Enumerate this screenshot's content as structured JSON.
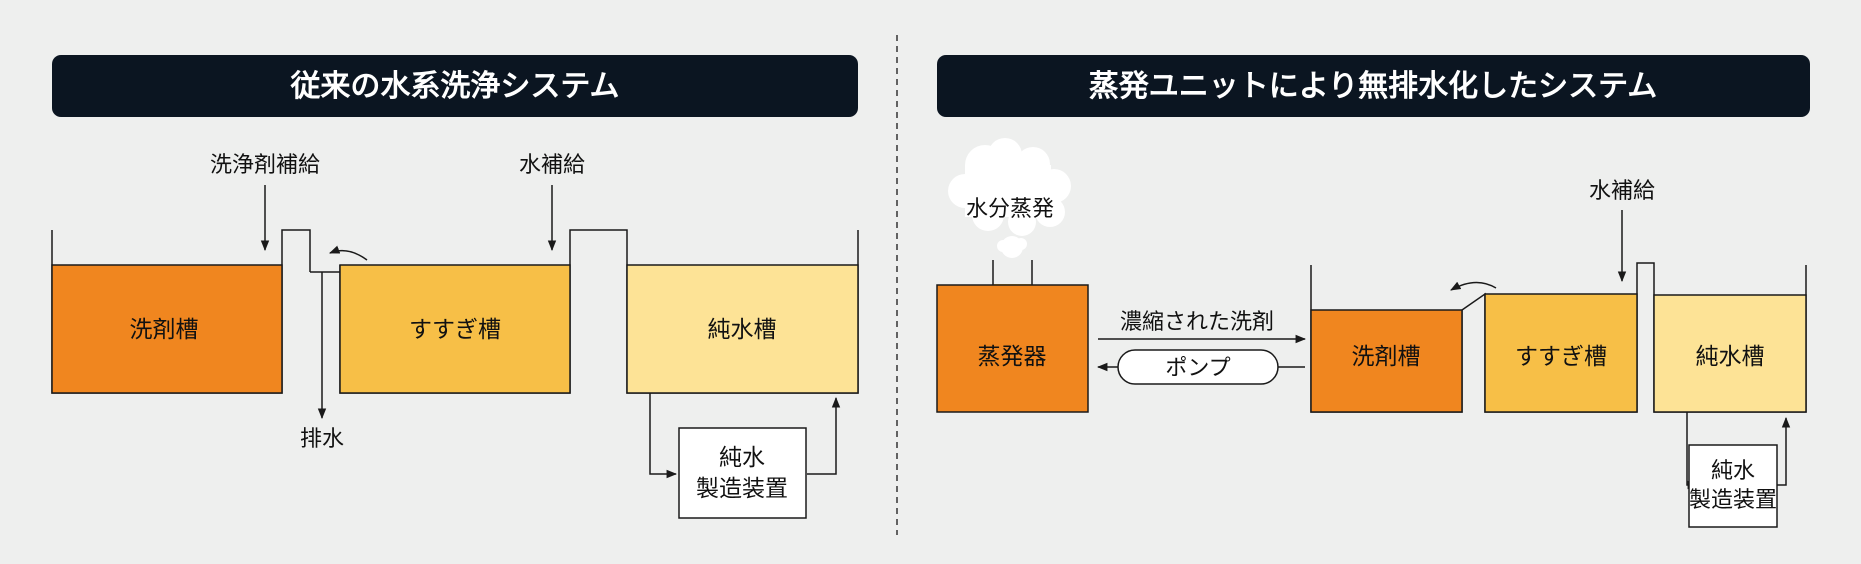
{
  "left": {
    "title": "従来の水系洗浄システム",
    "detergent_supply": "洗浄剤補給",
    "water_supply": "水補給",
    "drain": "排水",
    "tanks": {
      "detergent": "洗剤槽",
      "rinse": "すすぎ槽",
      "pure": "純水槽"
    },
    "device_line1": "純水",
    "device_line2": "製造装置"
  },
  "right": {
    "title": "蒸発ユニットにより無排水化したシステム",
    "evaporation": "水分蒸発",
    "water_supply": "水補給",
    "evaporator": "蒸発器",
    "concentrate": "濃縮された洗剤",
    "pump": "ポンプ",
    "tanks": {
      "detergent": "洗剤槽",
      "rinse": "すすぎ槽",
      "pure": "純水槽"
    },
    "device_line1": "純水",
    "device_line2": "製造装置"
  },
  "colors": {
    "header_bg": "#0b1521",
    "detergent_tank": "#f0861f",
    "rinse_tank": "#f7bf47",
    "pure_tank": "#fde396",
    "background": "#eeefee"
  }
}
